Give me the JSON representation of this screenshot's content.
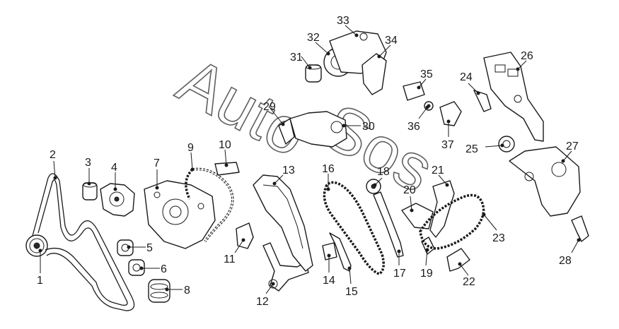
{
  "watermark": {
    "word_1": "Auto",
    "word_2": "Sos"
  },
  "callouts": [
    "1",
    "2",
    "3",
    "4",
    "5",
    "6",
    "7",
    "8",
    "9",
    "10",
    "11",
    "12",
    "13",
    "14",
    "15",
    "16",
    "17",
    "18",
    "19",
    "20",
    "21",
    "22",
    "23",
    "24",
    "25",
    "26",
    "27",
    "28",
    "29",
    "30",
    "31",
    "32",
    "33",
    "34",
    "35",
    "36",
    "37"
  ]
}
